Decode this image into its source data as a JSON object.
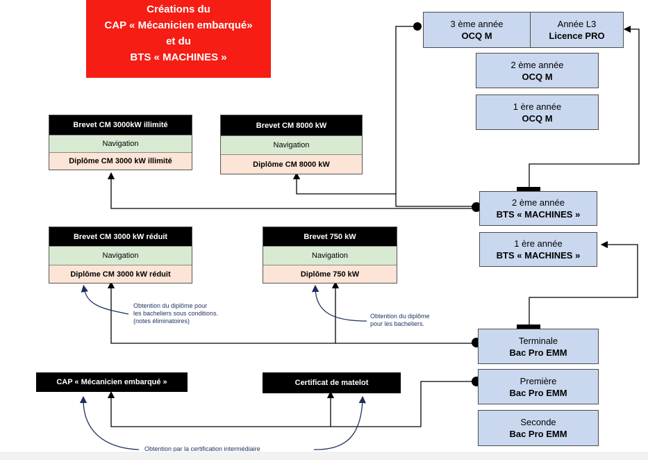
{
  "title": {
    "line1": "Créations du",
    "line2": "CAP « Mécanicien embarqué»",
    "line3": "et du",
    "line4": "BTS « MACHINES »"
  },
  "right_column": {
    "ocqm_3": {
      "line1": "3 ème année",
      "line2": "OCQ M"
    },
    "licence": {
      "line1": "Année L3",
      "line2": "Licence PRO"
    },
    "ocqm_2": {
      "line1": "2 ème année",
      "line2": "OCQ M"
    },
    "ocqm_1": {
      "line1": "1 ère année",
      "line2": "OCQ M"
    },
    "bts_2": {
      "line1": "2 ème année",
      "line2": "BTS « MACHINES »"
    },
    "bts_1": {
      "line1": "1 ère année",
      "line2": "BTS « MACHINES »"
    },
    "terminale": {
      "line1": "Terminale",
      "line2": "Bac Pro  EMM"
    },
    "premiere": {
      "line1": "Première",
      "line2": "Bac Pro  EMM"
    },
    "seconde": {
      "line1": "Seconde",
      "line2": "Bac Pro  EMM"
    }
  },
  "certificates": {
    "cm3000_illimite": {
      "header": "Brevet CM 3000kW illimité",
      "nav": "Navigation",
      "diploma": "Diplôme CM 3000 kW illimité"
    },
    "cm8000": {
      "header": "Brevet  CM 8000 kW",
      "nav": "Navigation",
      "diploma": "Diplôme CM 8000 kW"
    },
    "cm3000_reduit": {
      "header": "Brevet CM 3000 kW réduit",
      "nav": "Navigation",
      "diploma": "Diplôme CM 3000 kW réduit"
    },
    "b750": {
      "header": "Brevet 750 kW",
      "nav": "Navigation",
      "diploma": "Diplôme 750 kW"
    }
  },
  "bottom_boxes": {
    "cap": "CAP « Mécanicien embarqué »",
    "matelot": "Certificat de matelot"
  },
  "notes": {
    "cond_line1": "Obtention  du diplôme pour",
    "cond_line2": "les  bacheliers sous conditions.",
    "cond_line3": "(notes éliminatoires)",
    "bach_line1": "Obtention  du diplôme",
    "bach_line2": "pour les bacheliers.",
    "inter": "Obtention par la certification intermédiaire"
  }
}
